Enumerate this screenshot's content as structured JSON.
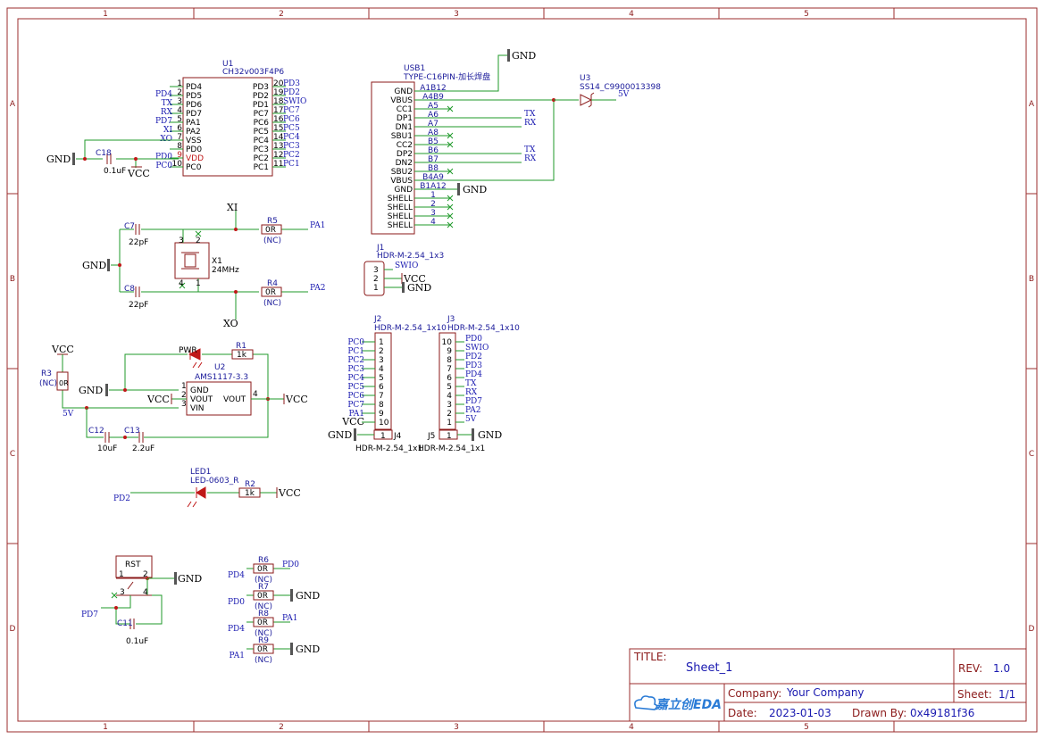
{
  "frame": {
    "cols": [
      "1",
      "2",
      "3",
      "4",
      "5"
    ],
    "rows": [
      "A",
      "B",
      "C",
      "D"
    ]
  },
  "title_block": {
    "title_label": "TITLE:",
    "title_value": "Sheet_1",
    "rev_label": "REV:",
    "rev_value": "1.0",
    "company_label": "Company:",
    "company_value": "Your Company",
    "sheet_label": "Sheet:",
    "sheet_value": "1/1",
    "date_label": "Date:",
    "date_value": "2023-01-03",
    "drawn_label": "Drawn By:",
    "drawn_value": "0x49181f36",
    "logo_text": "嘉立创EDA"
  },
  "u1": {
    "ref": "U1",
    "part": "CH32v003F4P6",
    "left_pins": [
      {
        "num": "1",
        "name": "PD4",
        "net": ""
      },
      {
        "num": "2",
        "name": "PD5",
        "net": "PD4"
      },
      {
        "num": "3",
        "name": "PD6",
        "net": "TX"
      },
      {
        "num": "4",
        "name": "PD7",
        "net": "RX"
      },
      {
        "num": "5",
        "name": "PA1",
        "net": "PD7"
      },
      {
        "num": "6",
        "name": "PA2",
        "net": "XI"
      },
      {
        "num": "7",
        "name": "VSS",
        "net": "XO"
      },
      {
        "num": "8",
        "name": "PD0",
        "net": ""
      },
      {
        "num": "9",
        "name": "VDD",
        "net": "PD0"
      },
      {
        "num": "10",
        "name": "PC0",
        "net": "PC0"
      }
    ],
    "right_pins": [
      {
        "num": "20",
        "name": "PD3",
        "net": "PD3"
      },
      {
        "num": "19",
        "name": "PD2",
        "net": "PD2"
      },
      {
        "num": "18",
        "name": "PD1",
        "net": "SWIO"
      },
      {
        "num": "17",
        "name": "PC7",
        "net": "PC7"
      },
      {
        "num": "16",
        "name": "PC6",
        "net": "PC6"
      },
      {
        "num": "15",
        "name": "PC5",
        "net": "PC5"
      },
      {
        "num": "14",
        "name": "PC4",
        "net": "PC4"
      },
      {
        "num": "13",
        "name": "PC3",
        "net": "PC3"
      },
      {
        "num": "12",
        "name": "PC2",
        "net": "PC2"
      },
      {
        "num": "11",
        "name": "PC1",
        "net": "PC1"
      }
    ],
    "c18": "C18",
    "c18_val": "0.1uF",
    "gnd": "GND",
    "vcc": "VCC"
  },
  "usb": {
    "ref": "USB1",
    "part": "TYPE-C16PIN-加长焊盘",
    "pins": [
      {
        "name": "GND",
        "num": "A1B12"
      },
      {
        "name": "VBUS",
        "num": "A4B9"
      },
      {
        "name": "CC1",
        "num": "A5"
      },
      {
        "name": "DP1",
        "num": "A6"
      },
      {
        "name": "DN1",
        "num": "A7"
      },
      {
        "name": "SBU1",
        "num": "A8"
      },
      {
        "name": "CC2",
        "num": "B5"
      },
      {
        "name": "DP2",
        "num": "B6"
      },
      {
        "name": "DN2",
        "num": "B7"
      },
      {
        "name": "SBU2",
        "num": "B8"
      },
      {
        "name": "VBUS",
        "num": "B4A9"
      },
      {
        "name": "GND",
        "num": "B1A12"
      },
      {
        "name": "SHELL",
        "num": "1"
      },
      {
        "name": "SHELL",
        "num": "2"
      },
      {
        "name": "SHELL",
        "num": "3"
      },
      {
        "name": "SHELL",
        "num": "4"
      }
    ],
    "gnd_top": "GND",
    "gnd_right": "GND",
    "tx1": "TX",
    "rx1": "RX",
    "tx2": "TX",
    "rx2": "RX"
  },
  "u3": {
    "ref": "U3",
    "part": "SS14_C9900013398",
    "net": "5V"
  },
  "crystal": {
    "x1_ref": "X1",
    "x1_val": "24MHz",
    "c7": "C7",
    "c7_val": "22pF",
    "c8": "C8",
    "c8_val": "22pF",
    "r5": "R5",
    "r5_val": "0R",
    "r5_nc": "(NC)",
    "r4": "R4",
    "r4_val": "0R",
    "r4_nc": "(NC)",
    "xi": "XI",
    "xo": "XO",
    "pa1": "PA1",
    "pa2": "PA2",
    "gnd": "GND",
    "pin3": "3",
    "pin4": "4",
    "pin2": "2",
    "pin1": "1"
  },
  "j1": {
    "ref": "J1",
    "part": "HDR-M-2.54_1x3",
    "p3": "3",
    "p2": "2",
    "p1": "1",
    "n3": "SWIO",
    "n2": "VCC",
    "n1": "GND"
  },
  "j2": {
    "ref": "J2",
    "part": "HDR-M-2.54_1x10",
    "pins": [
      {
        "num": "1",
        "net": "PC0"
      },
      {
        "num": "2",
        "net": "PC1"
      },
      {
        "num": "3",
        "net": "PC2"
      },
      {
        "num": "4",
        "net": "PC3"
      },
      {
        "num": "5",
        "net": "PC4"
      },
      {
        "num": "6",
        "net": "PC5"
      },
      {
        "num": "7",
        "net": "PC6"
      },
      {
        "num": "8",
        "net": "PC7"
      },
      {
        "num": "9",
        "net": "PA1"
      },
      {
        "num": "10",
        "net": "VCC"
      }
    ]
  },
  "j3": {
    "ref": "J3",
    "part": "HDR-M-2.54_1x10",
    "pins": [
      {
        "num": "10",
        "net": "PD0"
      },
      {
        "num": "9",
        "net": "SWIO"
      },
      {
        "num": "8",
        "net": "PD2"
      },
      {
        "num": "7",
        "net": "PD3"
      },
      {
        "num": "6",
        "net": "PD4"
      },
      {
        "num": "5",
        "net": "TX"
      },
      {
        "num": "4",
        "net": "RX"
      },
      {
        "num": "3",
        "net": "PD7"
      },
      {
        "num": "2",
        "net": "PA2"
      },
      {
        "num": "1",
        "net": "5V"
      }
    ]
  },
  "j4": {
    "ref": "J4",
    "part": "HDR-M-2.54_1x1",
    "pin": "1",
    "net": "GND"
  },
  "j5": {
    "ref": "J5",
    "part": "HDR-M-2.54_1x1",
    "pin": "1",
    "net": "GND"
  },
  "power": {
    "vcc_top": "VCC",
    "r3": "R3",
    "r3_val": "0R",
    "r3_nc": "(NC)",
    "net5v": "5V",
    "pwr": "PWR",
    "r1": "R1",
    "r1_val": "1k",
    "u2": "U2",
    "u2_part": "AMS1117-3.3",
    "p_gnd": "GND",
    "p_vout": "VOUT",
    "p_vin": "VIN",
    "p_vout2": "VOUT",
    "n1": "1",
    "n2": "2",
    "n3": "3",
    "n4": "4",
    "gnd": "GND",
    "vcc_in": "VCC",
    "vcc_out": "VCC",
    "c12": "C12",
    "c12_val": "10uF",
    "c13": "C13",
    "c13_val": "2.2uF"
  },
  "led1": {
    "ref": "LED1",
    "part": "LED-0603_R",
    "net": "PD2",
    "r2": "R2",
    "r2_val": "1k",
    "vcc": "VCC"
  },
  "rst": {
    "ref": "RST",
    "p1": "1",
    "p2": "2",
    "p3": "3",
    "p4": "4",
    "net": "PD7",
    "gnd": "GND",
    "c11": "C11",
    "c11_val": "0.1uF"
  },
  "rgroup": [
    {
      "ref": "R6",
      "val": "0R",
      "nc": "(NC)",
      "left": "PD4",
      "right": "PD0"
    },
    {
      "ref": "R7",
      "val": "0R",
      "nc": "(NC)",
      "left": "PD0",
      "right": "GND"
    },
    {
      "ref": "R8",
      "val": "0R",
      "nc": "(NC)",
      "left": "PD4",
      "right": "PA1"
    },
    {
      "ref": "R9",
      "val": "0R",
      "nc": "(NC)",
      "left": "PA1",
      "right": "GND"
    }
  ]
}
